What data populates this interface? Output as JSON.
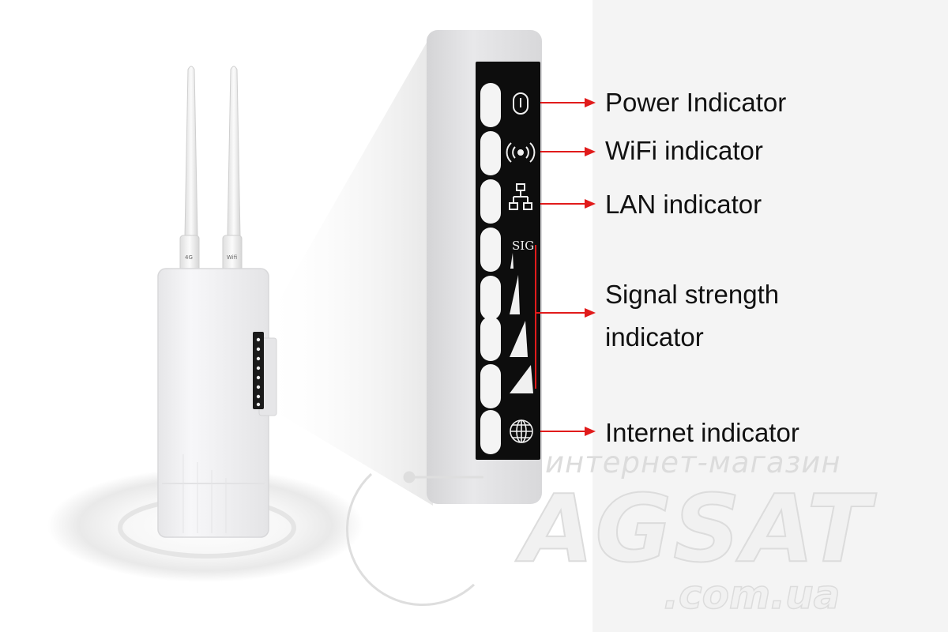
{
  "product": {
    "antenna_labels": [
      "4G",
      "Wifi"
    ]
  },
  "callouts": {
    "power": "Power Indicator",
    "wifi": "WiFi indicator",
    "lan": "LAN indicator",
    "signal_line1": "Signal strength",
    "signal_line2": "indicator",
    "internet": "Internet indicator"
  },
  "panel": {
    "sig_label": "SIG"
  },
  "watermark": {
    "tagline": "интернет-магазин",
    "brand": "AGSAT",
    "domain": ".com.ua"
  },
  "colors": {
    "arrow": "#e11b1b",
    "panel_face": "#0d0d0d",
    "led_window": "#f4f4f4",
    "device_body": "#f1f1f3"
  }
}
